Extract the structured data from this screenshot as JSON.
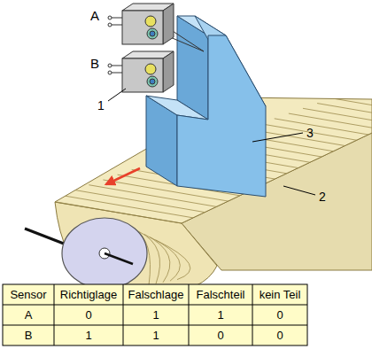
{
  "diagram": {
    "labels": [
      "A",
      "B",
      "1",
      "3",
      "2",
      "Sensor",
      "Richtiglage",
      "Falschlage",
      "Falschteil",
      "kein Teil",
      "A",
      "0",
      "1",
      "1",
      "0",
      "B",
      "1",
      "1",
      "0",
      "0"
    ]
  }
}
